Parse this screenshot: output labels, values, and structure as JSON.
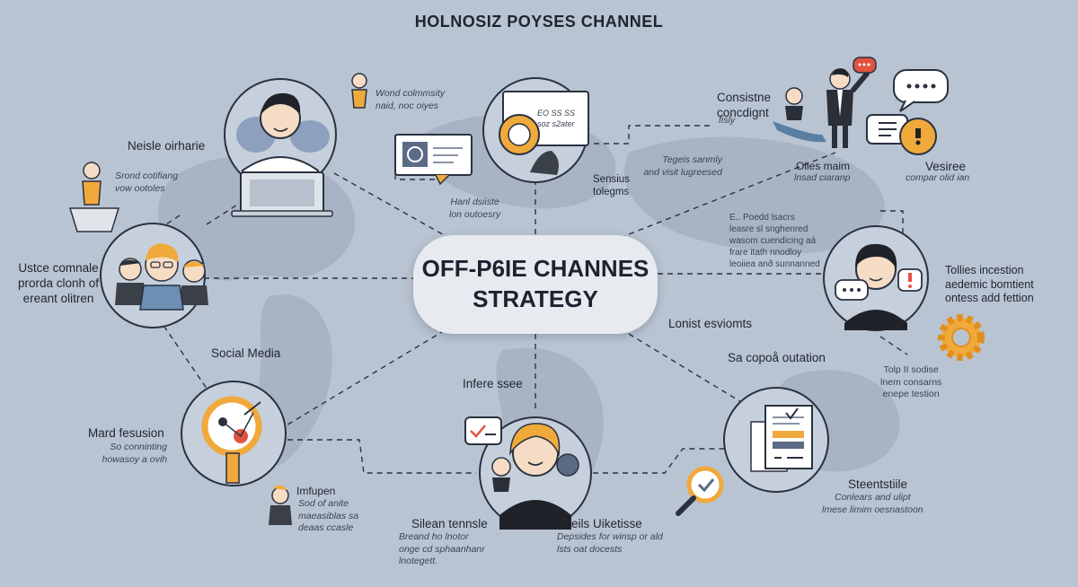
{
  "title": "HOLNOSIZ POYSES CHANNEL",
  "center": {
    "line1": "OFF-P6IE CHANNES",
    "line2": "STRATEGY"
  },
  "labels": {
    "neisle": "Neisle oirharie",
    "usce": "Ustce comnale\nprorda clonh of\nereant olitren",
    "social": "Social Media",
    "mard": "Mard fesusion",
    "infere": "Infere ssee",
    "lonist": "Lonist esviomts",
    "sacopo": "Sa copoå outation",
    "consistne": "Consistne\nconcdignt",
    "olies": "Olies maim",
    "vesiree": "Vesiree",
    "tollies": "Tollies incestion\naedemic bomtient\nontess add fettion",
    "steen": "Steentstiile",
    "silean": "Silean tennsle",
    "ffeils": "Ffeils Uiketisse",
    "imfupen": "Imfupen",
    "sensius": "Sensius\ntolegms"
  },
  "notes": {
    "neisle": "Srond cotifiang\nvow ootoles",
    "mard": "So conninting\nhowasoy a ovih",
    "wond": "Wond colmmsity\nnaid, noc oiyes",
    "screen": "EO SS SS\nsoz s2ater",
    "hanl": "Hanl dsiiste\nlon outoesry",
    "tegeis": "Tegeis sanmly\nand visit lugreesed",
    "consistne": "fisly",
    "olies": "lnsad ciaranp",
    "vesiree": "compar olid ian",
    "mid": "E..  Poedd lsacrs\nleasre sl snghenred\nwasom cuendicing aá\nfrare itath nnodloy\nleoiiea anð sunnanned",
    "tolp": "Tolp II sodise\nlnem consarns\nenepe testion",
    "steen": "Conlears and ulipt\nlmese limim oesnastoon",
    "silean": "Breand ho lnotor\nonge cd sphaanhanr\nlnotegett.",
    "ffeils": "Depsides for winsp or ald\nlsts oat docests",
    "imfupen": "Sod of anite\nmaeasiblas sa\ndeaas ccasle"
  },
  "colors": {
    "background": "#b9c4d3",
    "map": "#a5b1c2",
    "accent_orange": "#f0a93b",
    "node_fill": "#c4cdd9",
    "node_stroke": "#2a3140",
    "dark_shirt": "#1f2329",
    "speech_red": "#e2533f"
  }
}
